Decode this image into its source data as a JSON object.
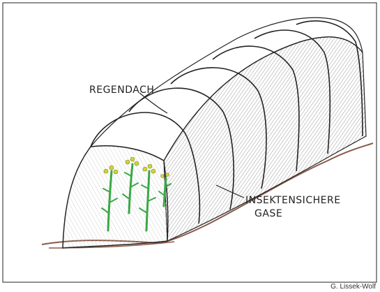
{
  "labels": {
    "roof": "REGENDACH",
    "net_line1": "INSEKTENSICHERE",
    "net_line2": "GASE"
  },
  "credit": "G. Lissek-Wolf",
  "colors": {
    "ink": "#222222",
    "shade": "#bdbdbd",
    "plant": "#3aa845",
    "flower": "#d8cf3a",
    "soil": "#8a5a4a"
  }
}
